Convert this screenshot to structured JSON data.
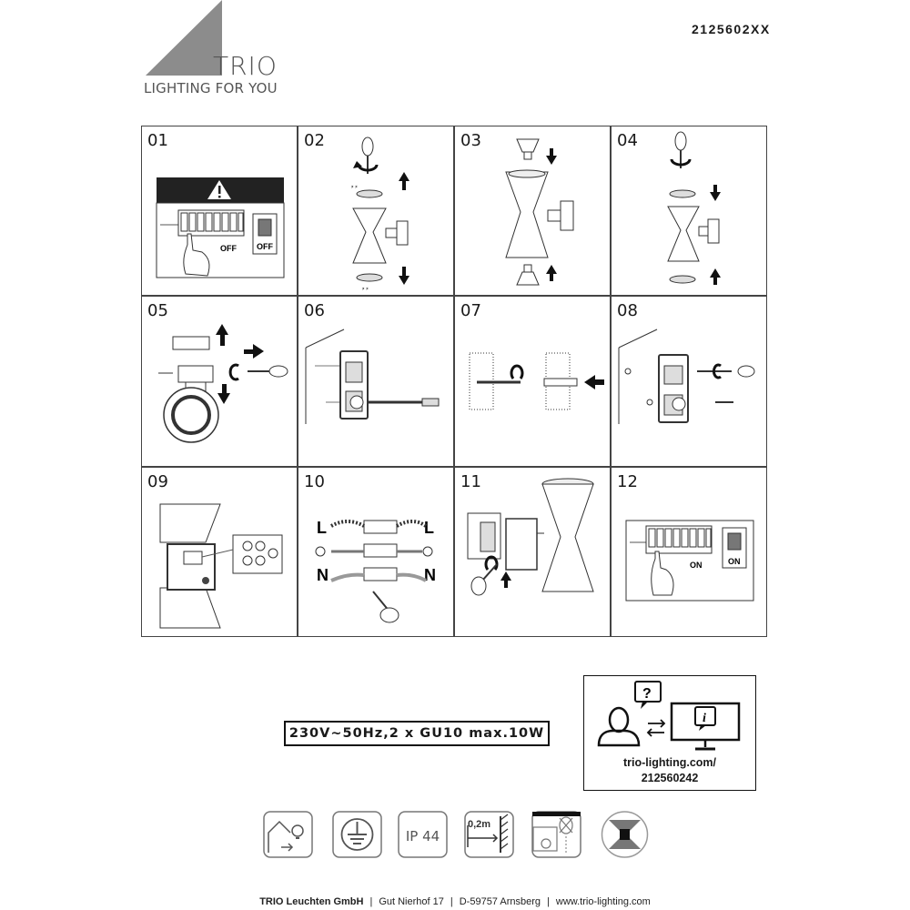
{
  "header": {
    "brand_name": "TRIO",
    "brand_tagline": "LIGHTING FOR YOU",
    "document_number": "2125602XX"
  },
  "steps": [
    {
      "num": "01",
      "labels": [
        "OFF",
        "OFF"
      ],
      "icon": "warning-icon"
    },
    {
      "num": "02"
    },
    {
      "num": "03"
    },
    {
      "num": "04"
    },
    {
      "num": "05"
    },
    {
      "num": "06"
    },
    {
      "num": "07"
    },
    {
      "num": "08"
    },
    {
      "num": "09"
    },
    {
      "num": "10",
      "wires": [
        "L",
        "L",
        "N",
        "N"
      ]
    },
    {
      "num": "11"
    },
    {
      "num": "12",
      "labels": [
        "ON",
        "ON"
      ]
    }
  ],
  "spec": "230V~50Hz,2 x GU10 max.10W",
  "info": {
    "url_line1": "trio-lighting.com/",
    "url_line2": "212560242",
    "icons": [
      "question-bubble-icon",
      "person-icon",
      "exchange-arrows-icon",
      "monitor-info-icon"
    ]
  },
  "symbols": [
    {
      "name": "indoor-outdoor-lamp-icon"
    },
    {
      "name": "protective-earth-icon"
    },
    {
      "name": "ip-rating",
      "text": "IP 44"
    },
    {
      "name": "min-distance-icon",
      "text": "0,2m"
    },
    {
      "name": "no-dimmer-icon"
    },
    {
      "name": "up-down-light-icon"
    }
  ],
  "footer": {
    "company": "TRIO Leuchten GmbH",
    "street": "Gut Nierhof 17",
    "city": "D-59757 Arnsberg",
    "website": "www.trio-lighting.com"
  }
}
